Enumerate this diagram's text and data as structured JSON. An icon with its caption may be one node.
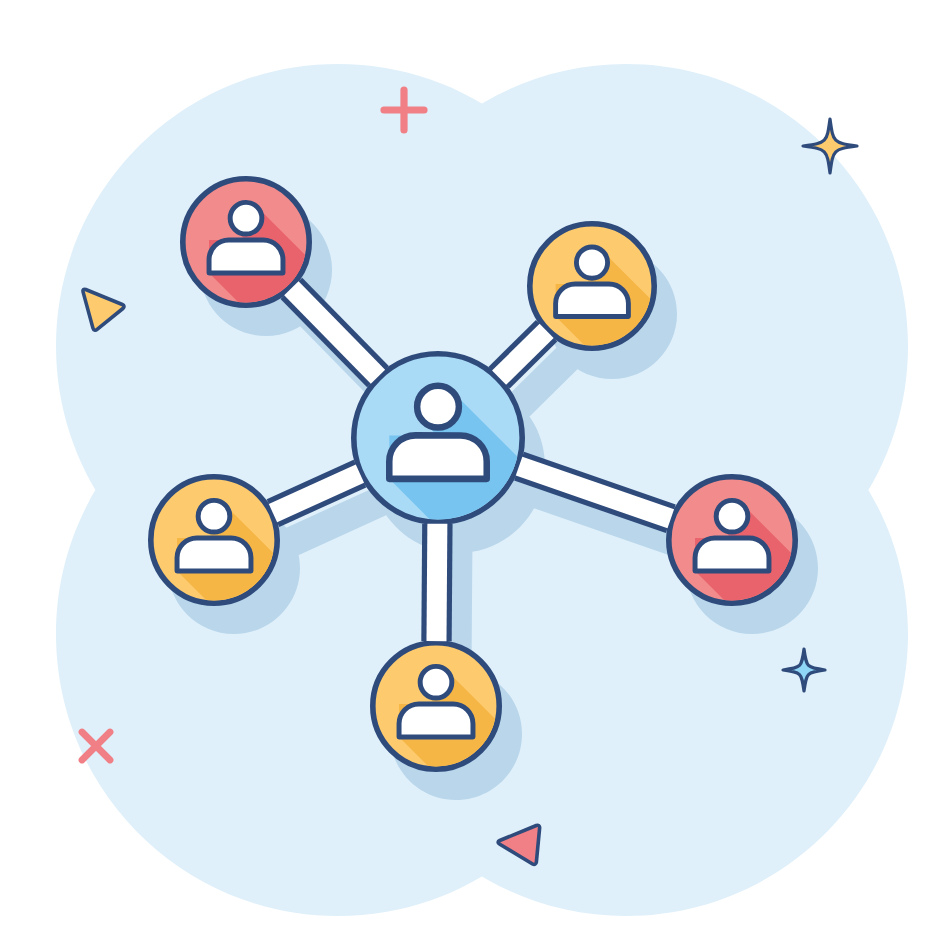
{
  "diagram": {
    "nodes": [
      {
        "text": [],
        "shape": "circle"
      },
      {
        "text": [],
        "shape": "circle"
      },
      {
        "text": [],
        "shape": "circle"
      },
      {
        "text": [],
        "shape": "circle"
      },
      {
        "text": [],
        "shape": "circle"
      },
      {
        "text": [],
        "shape": "circle"
      }
    ],
    "edges": [
      {
        "from": 2,
        "to": 0,
        "arrow": "none"
      },
      {
        "from": 2,
        "to": 1,
        "arrow": "none"
      },
      {
        "from": 2,
        "to": 3,
        "arrow": "none"
      },
      {
        "from": 2,
        "to": 4,
        "arrow": "none"
      },
      {
        "from": 2,
        "to": 5,
        "arrow": "none"
      }
    ]
  }
}
